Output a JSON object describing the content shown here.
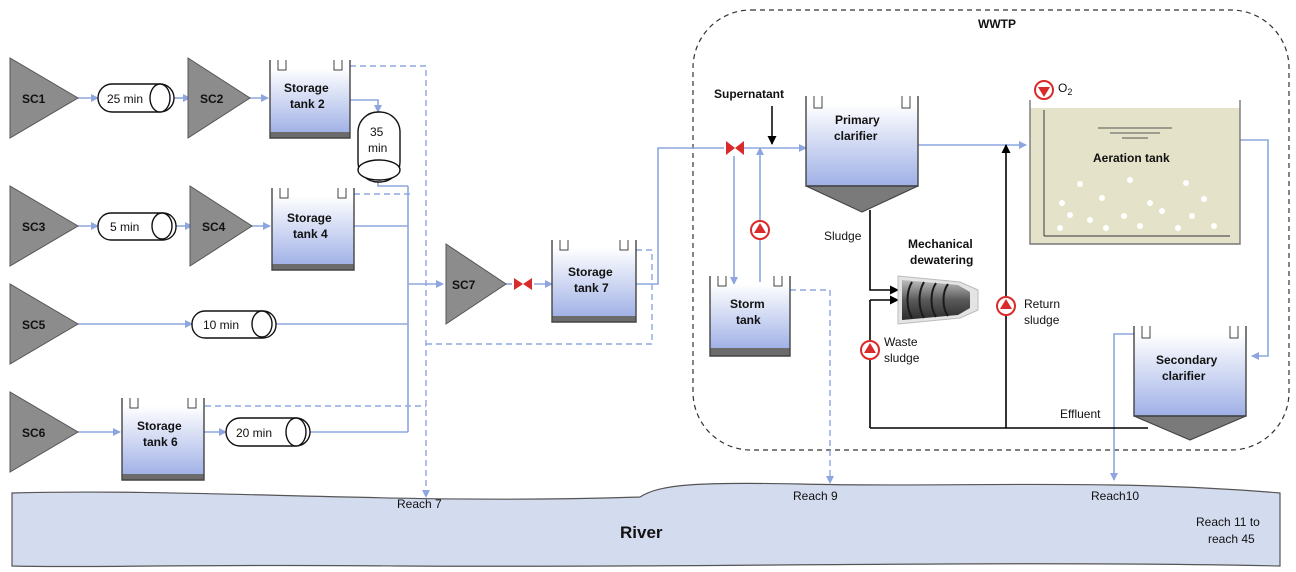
{
  "colors": {
    "catchment": "#8c8c8c",
    "tank_fill_top": "#ffffff",
    "tank_fill_bottom": "#9fb0e6",
    "tank_bottom": "#6b6b6b",
    "flow_line": "#8ea6e0",
    "overflow_line": "#8ea6e0",
    "sludge_line": "#000000",
    "pump": "#d92b2b",
    "valve": "#d92b2b",
    "river_fill": "#d3dbef",
    "aeration_fill": "#e4e2c8"
  },
  "catchments": [
    {
      "id": "sc1",
      "label": "SC1"
    },
    {
      "id": "sc2",
      "label": "SC2"
    },
    {
      "id": "sc3",
      "label": "SC3"
    },
    {
      "id": "sc4",
      "label": "SC4"
    },
    {
      "id": "sc5",
      "label": "SC5"
    },
    {
      "id": "sc6",
      "label": "SC6"
    },
    {
      "id": "sc7",
      "label": "SC7"
    }
  ],
  "delays": {
    "d1": "25 min",
    "d2_a": "35",
    "d2_b": "min",
    "d3": "5 min",
    "d5": "10 min",
    "d6": "20 min"
  },
  "storage_tanks": {
    "t2_a": "Storage",
    "t2_b": "tank 2",
    "t4_a": "Storage",
    "t4_b": "tank 4",
    "t6_a": "Storage",
    "t6_b": "tank 6",
    "t7_a": "Storage",
    "t7_b": "tank 7"
  },
  "wwtp": {
    "title": "WWTP",
    "supernatant": "Supernatant",
    "primary_a": "Primary",
    "primary_b": "clarifier",
    "storm_a": "Storm",
    "storm_b": "tank",
    "sludge": "Sludge",
    "mech_a": "Mechanical",
    "mech_b": "dewatering",
    "waste_a": "Waste",
    "waste_b": "sludge",
    "return_a": "Return",
    "return_b": "sludge",
    "aeration": "Aeration tank",
    "o2": "O",
    "o2_sub": "2",
    "secondary_a": "Secondary",
    "secondary_b": "clarifier",
    "effluent": "Effluent"
  },
  "river": {
    "label": "River",
    "reach7": "Reach 7",
    "reach9": "Reach 9",
    "reach10": "Reach10",
    "reach11_a": "Reach 11 to",
    "reach11_b": "reach 45"
  }
}
